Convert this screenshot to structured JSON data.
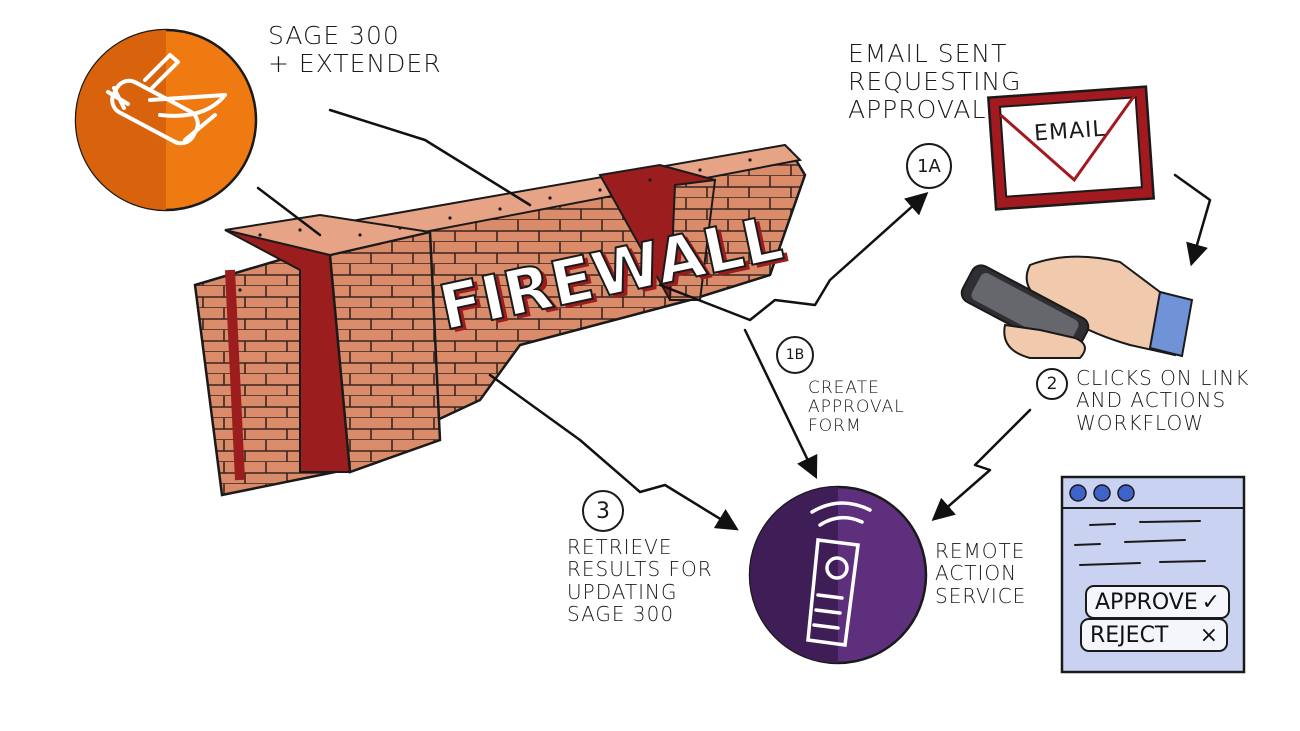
{
  "labels": {
    "sage": [
      "SAGE 300",
      "+ EXTENDER"
    ],
    "email_sent": [
      "EMAIL SENT",
      "REQUESTING",
      "APPROVAL"
    ],
    "firewall": "FIREWALL",
    "email": "EMAIL",
    "create_form": [
      "CREATE",
      "APPROVAL",
      "FORM"
    ],
    "clicks": [
      "CLICKS ON LINK",
      "AND ACTIONS",
      "WORKFLOW"
    ],
    "retrieve": [
      "RETRIEVE",
      "RESULTS FOR",
      "UPDATING",
      "SAGE 300"
    ],
    "remote": [
      "REMOTE",
      "ACTION",
      "SERVICE"
    ]
  },
  "steps": {
    "s1a": "1A",
    "s1b": "1B",
    "s2": "2",
    "s3": "3"
  },
  "form": {
    "approve": "APPROVE",
    "approve_mark": "✓",
    "reject": "REJECT",
    "reject_mark": "×"
  },
  "icons": {
    "sage": "swiss-army-knife-icon",
    "email": "envelope-icon",
    "phone": "hand-phone-icon",
    "remote": "remote-control-icon",
    "browser": "approval-form-window-icon"
  },
  "colors": {
    "brick": "#d98b6a",
    "brick_dark": "#9c1d1d",
    "orange": "#f07a12",
    "purple": "#5e2f7c",
    "email_red": "#a2191f",
    "window_blue": "#c9d3f1"
  }
}
